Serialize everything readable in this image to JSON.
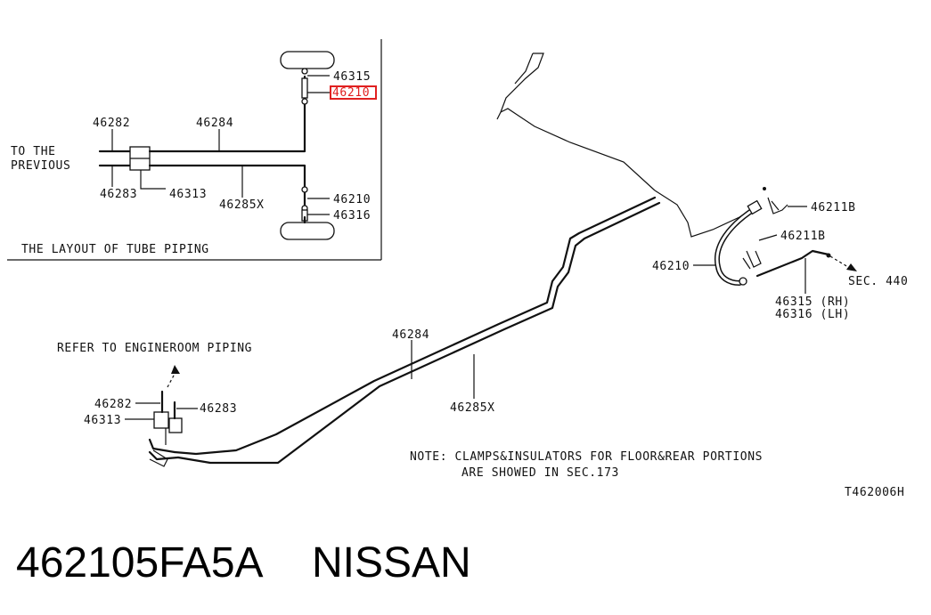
{
  "inset": {
    "title": "THE LAYOUT OF TUBE PIPING",
    "to_previous_line1": "TO THE",
    "to_previous_line2": "PREVIOUS",
    "labels": {
      "p46282": "46282",
      "p46284": "46284",
      "p46283": "46283",
      "p46313": "46313",
      "p46285x": "46285X",
      "p46315": "46315",
      "p46210_highlight": "46210",
      "p46210": "46210",
      "p46316": "46316"
    },
    "highlight_color": "#e02020"
  },
  "main": {
    "refer_note": "REFER TO ENGINEROOM PIPING",
    "labels": {
      "p46282": "46282",
      "p46313": "46313",
      "p46283": "46283",
      "p46284": "46284",
      "p46285x": "46285X",
      "p46211b_a": "46211B",
      "p46211b_b": "46211B",
      "p46210": "46210",
      "p46315": "46315 (RH)",
      "p46316": "46316 (LH)",
      "sec440": "SEC. 440"
    },
    "note_line1": "NOTE: CLAMPS&INSULATORS FOR FLOOR&REAR PORTIONS",
    "note_line2": "ARE SHOWED IN SEC.173",
    "drawing_code": "T462006H"
  },
  "caption": {
    "part_number": "462105FA5A",
    "brand": "NISSAN"
  }
}
